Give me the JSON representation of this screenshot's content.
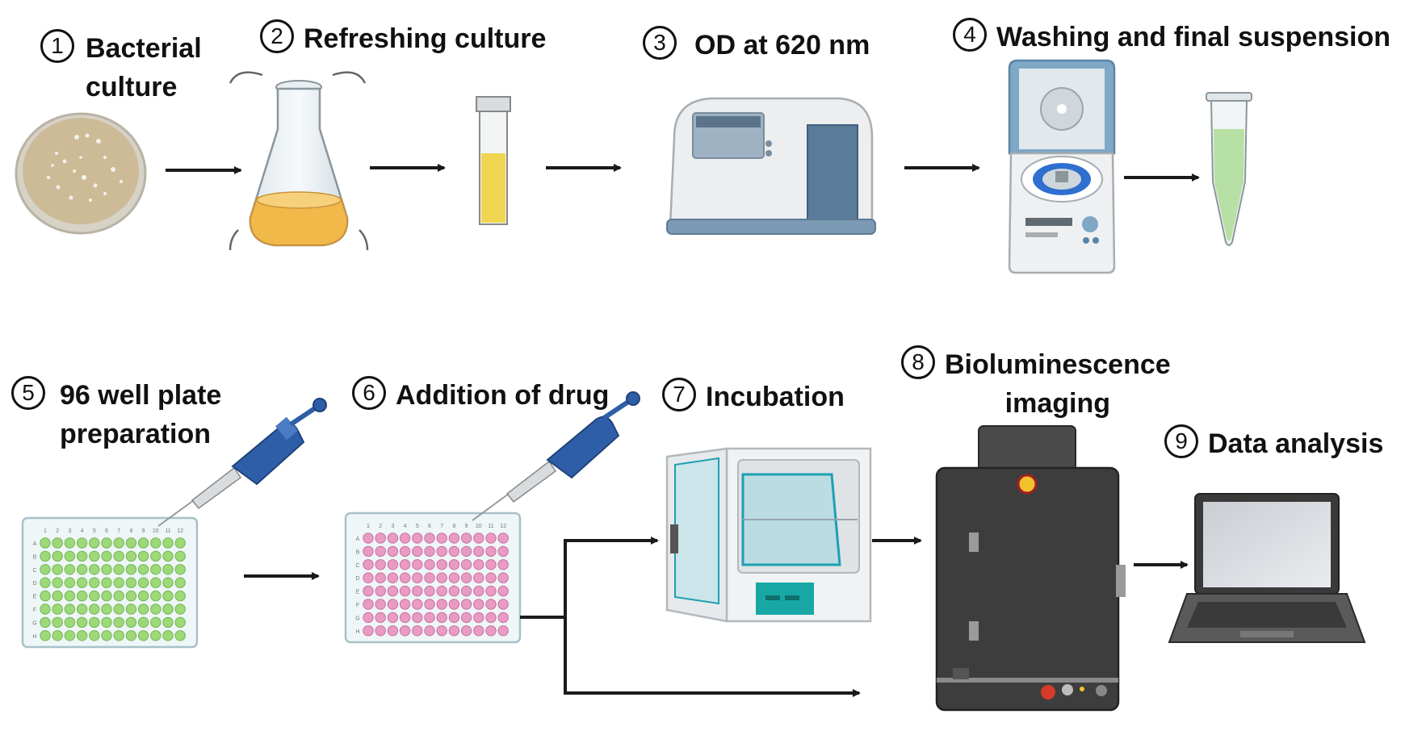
{
  "steps": [
    {
      "num": "1",
      "title": "Bacterial\nculture"
    },
    {
      "num": "2",
      "title": "Refreshing culture"
    },
    {
      "num": "3",
      "title": "OD at 620 nm"
    },
    {
      "num": "4",
      "title": "Washing and final suspension"
    },
    {
      "num": "5",
      "title": "96 well plate\npreparation"
    },
    {
      "num": "6",
      "title": "Addition of drug"
    },
    {
      "num": "7",
      "title": "Incubation"
    },
    {
      "num": "8",
      "title": "Bioluminescence\nimaging"
    },
    {
      "num": "9",
      "title": "Data analysis"
    }
  ],
  "plate": {
    "columns": [
      "1",
      "2",
      "3",
      "4",
      "5",
      "6",
      "7",
      "8",
      "9",
      "10",
      "11",
      "12"
    ],
    "rows": [
      "A",
      "B",
      "C",
      "D",
      "E",
      "F",
      "G",
      "H"
    ]
  },
  "colors": {
    "arrow": "#1a1a1a",
    "culture_yellow": "#f1c24a",
    "well_green": "#9ed978",
    "well_pink": "#ea9bc4",
    "pipette_blue": "#2e5ea8",
    "teal": "#17a8a5",
    "imager_dark": "#3d3d3d"
  }
}
